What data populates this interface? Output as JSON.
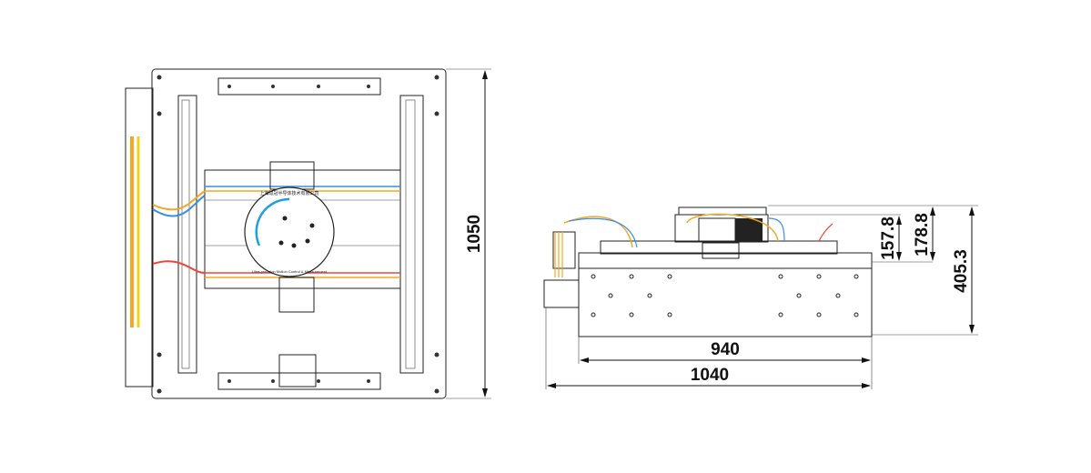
{
  "title": "Motion stage outline drawing",
  "logo": {
    "company_cn": "上海隐冠半导体技术有限公司",
    "company_en": "Ultra-precision Motion Control & Measurement"
  },
  "dimensions": {
    "top_view_height": "1050",
    "side_base_width": "940",
    "side_total_width": "1040",
    "side_height_a": "157.8",
    "side_height_b": "178.8",
    "side_total_height": "405.3"
  },
  "colors": {
    "cable_orange": "#f5a623",
    "cable_blue": "#3a8ee6",
    "cable_yellow": "#f2d31b",
    "cable_red": "#e8483b",
    "logo_arc": "#1ea0e0"
  }
}
